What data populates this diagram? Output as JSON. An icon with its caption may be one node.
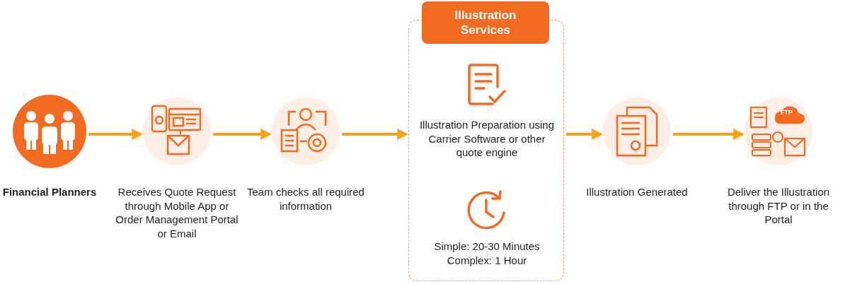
{
  "diagram": {
    "nodes": [
      {
        "text": [
          "Financial Planners"
        ]
      },
      {
        "text": [
          "Receives Quote Request through Mobile App or Order Management Portal or Email"
        ]
      },
      {
        "text": [
          "Team checks all required information"
        ]
      },
      {
        "text": [
          "Illustration Services"
        ]
      },
      {
        "text": [
          "Illustration Preparation using Carrier Software or other quote engine"
        ],
        "in": 3
      },
      {
        "text": [
          "Simple: 20-30 Minutes",
          "Complex: 1 Hour"
        ],
        "in": 3
      },
      {
        "text": [
          "Illustration Generated"
        ]
      },
      {
        "text": [
          "Deliver the Illustration through FTP or in the Portal"
        ]
      }
    ],
    "edges": [
      {
        "from": 0,
        "to": 1,
        "arrow": "to"
      },
      {
        "from": 1,
        "to": 2,
        "arrow": "to"
      },
      {
        "from": 2,
        "to": 3,
        "arrow": "to"
      },
      {
        "from": 3,
        "to": 6,
        "arrow": "to"
      },
      {
        "from": 6,
        "to": 7,
        "arrow": "to"
      }
    ],
    "labels": [
      "FTP"
    ]
  }
}
